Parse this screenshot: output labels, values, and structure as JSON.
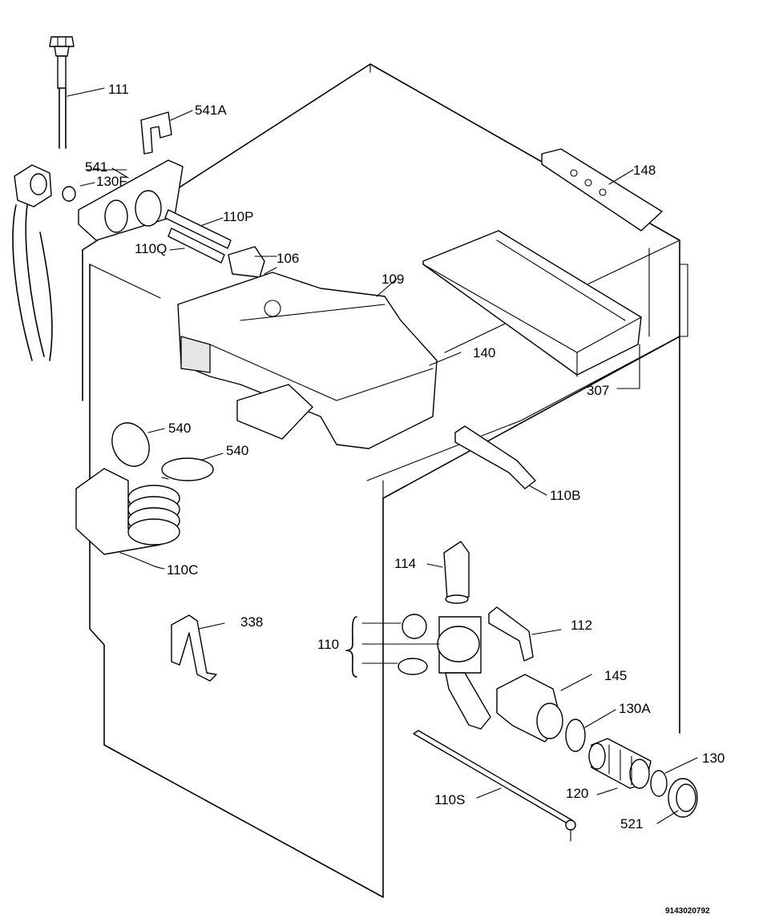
{
  "labels": {
    "p111": "111",
    "p541A": "541A",
    "p541": "541",
    "p130F": "130F",
    "p110P": "110P",
    "p110Q": "110Q",
    "p106": "106",
    "p109": "109",
    "p148": "148",
    "p140": "140",
    "p307": "307",
    "p540a": "540",
    "p540b": "540",
    "p110B": "110B",
    "p110C": "110C",
    "p114": "114",
    "p112": "112",
    "p338": "338",
    "p110": "110",
    "p145": "145",
    "p130A": "130A",
    "p130": "130",
    "p120": "120",
    "p110S": "110S",
    "p521": "521"
  },
  "drawing_number": "9143020792"
}
